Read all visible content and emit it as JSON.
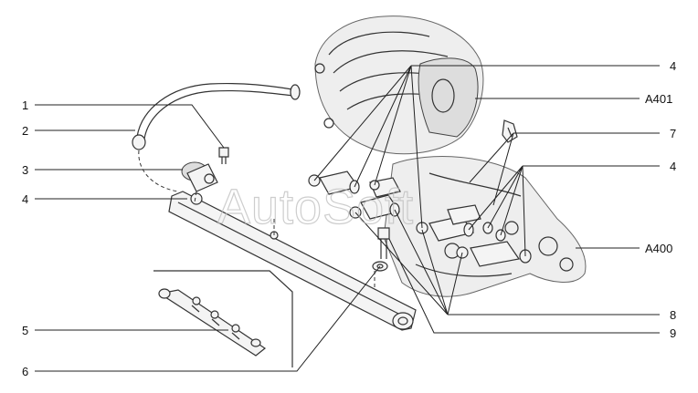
{
  "watermark": "AutoSoft",
  "callouts": {
    "c1": "1",
    "c2": "2",
    "c3": "3",
    "c4a": "4",
    "c4b": "4",
    "c4c": "4",
    "c5": "5",
    "c6": "6",
    "c7": "7",
    "c8": "8",
    "c9": "9",
    "a401": "A401",
    "a400": "A400"
  }
}
